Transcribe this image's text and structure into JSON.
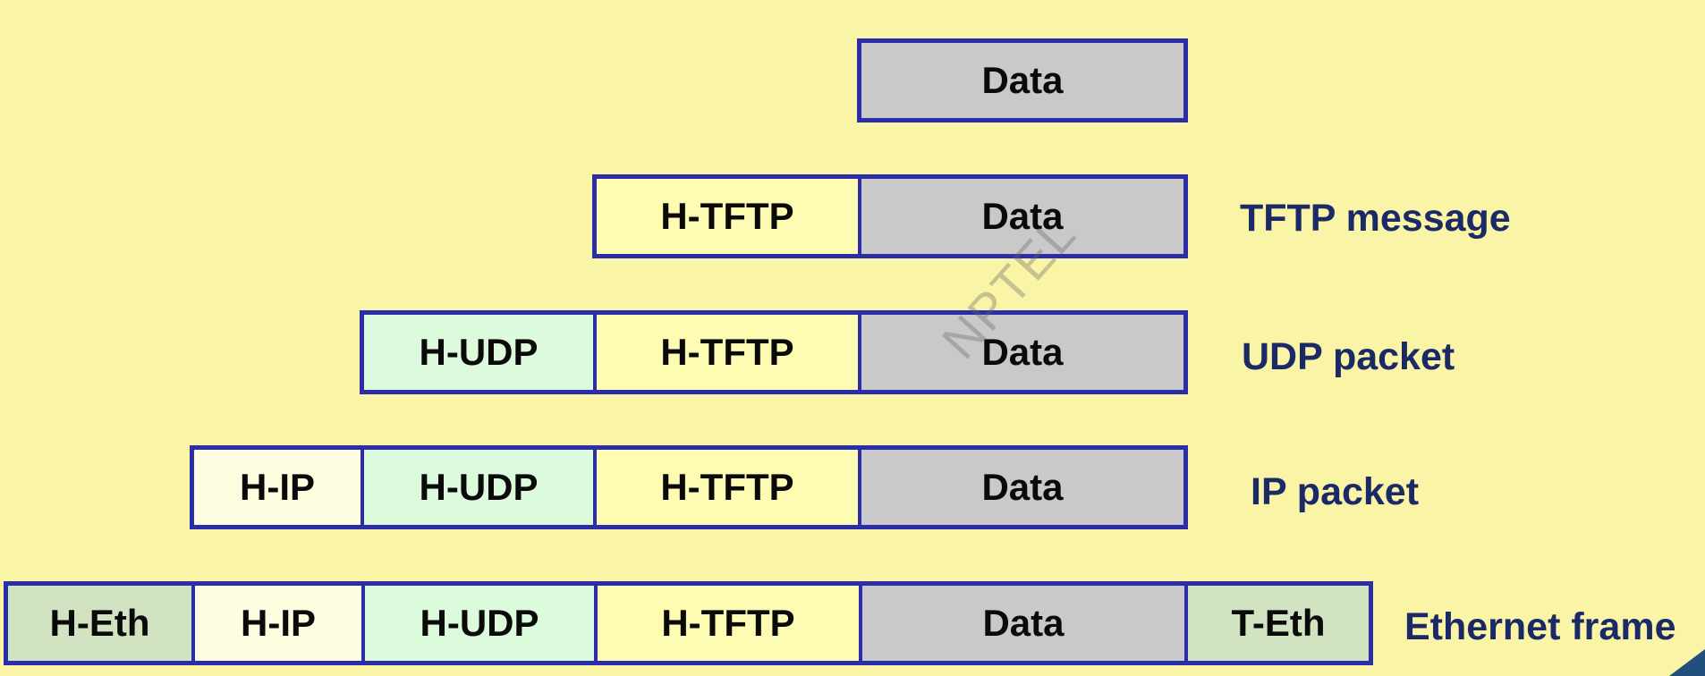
{
  "diagram": {
    "rows": [
      {
        "cells": [
          "Data"
        ],
        "label": ""
      },
      {
        "cells": [
          "H-TFTP",
          "Data"
        ],
        "label": "TFTP message"
      },
      {
        "cells": [
          "H-UDP",
          "H-TFTP",
          "Data"
        ],
        "label": "UDP packet"
      },
      {
        "cells": [
          "H-IP",
          "H-UDP",
          "H-TFTP",
          "Data"
        ],
        "label": "IP packet"
      },
      {
        "cells": [
          "H-Eth",
          "H-IP",
          "H-UDP",
          "H-TFTP",
          "Data",
          "T-Eth"
        ],
        "label": "Ethernet frame"
      }
    ]
  },
  "watermark": "NPTEL",
  "colors": {
    "background": "#f9f4a6",
    "border": "#2b2ea8",
    "label": "#1b2a66",
    "eth": "#d2e3c2",
    "ip": "#fefde0",
    "udp": "#dcfbdc",
    "tftp": "#fefcb2",
    "data": "#c9c9c9"
  }
}
